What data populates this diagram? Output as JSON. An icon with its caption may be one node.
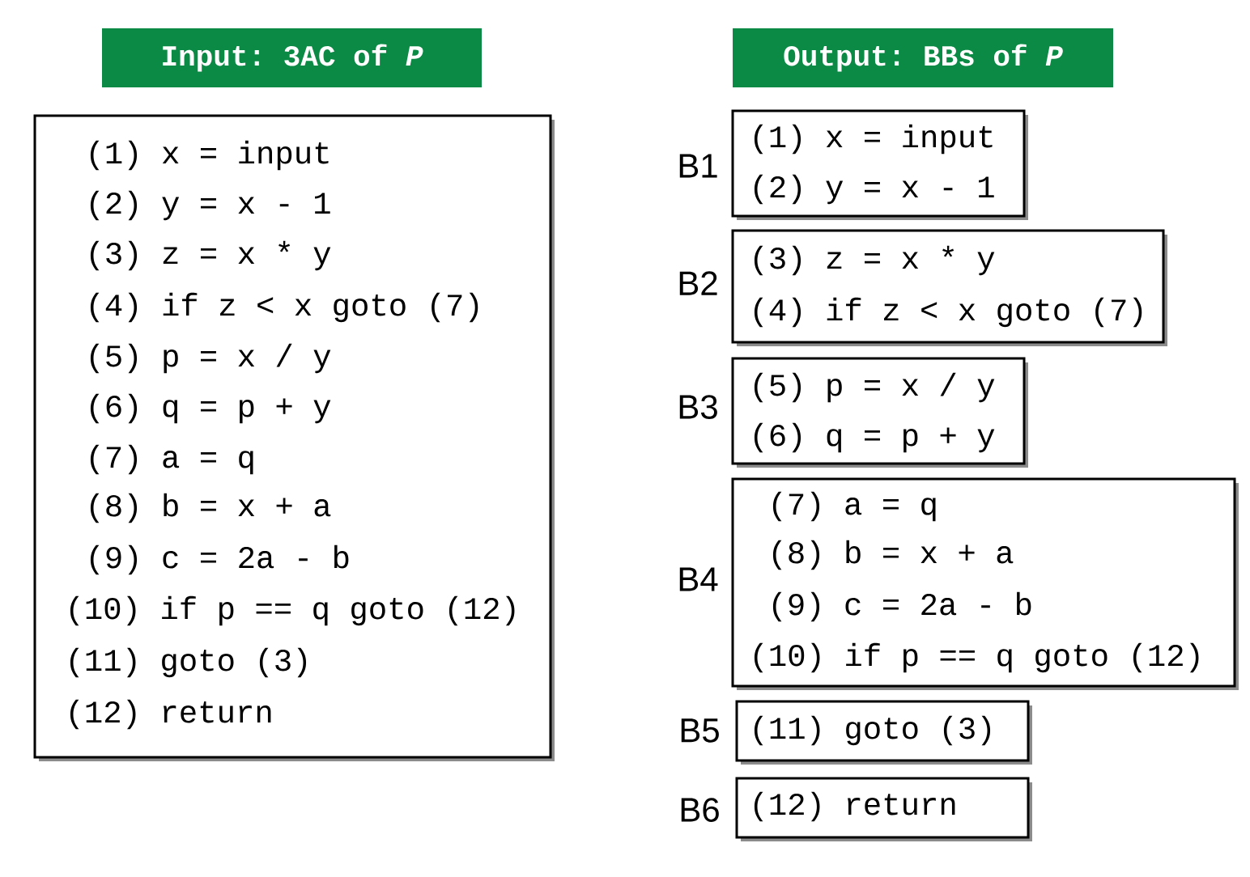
{
  "diagram": {
    "nodes": [
      {
        "text": [
          "Input: 3AC of *P*"
        ]
      },
      {
        "text": [
          "Output: BBs of *P*"
        ]
      },
      {
        "text": [
          "(1) x = input",
          "(2) y = x - 1",
          "(3) z = x * y",
          "(4) if z < x goto (7)",
          "(5) p = x / y",
          "(6) q = p + y",
          "(7) a = q",
          "(8) b = x + a",
          "(9) c = 2a - b",
          "(10) if p == q goto (12)",
          "(11) goto (3)",
          "(12) return"
        ]
      },
      {
        "text": [
          "(1) x = input",
          "(2) y = x - 1"
        ],
        "beside": [
          "B1"
        ]
      },
      {
        "text": [
          "(3) z = x * y",
          "(4) if z < x goto (7)"
        ],
        "beside": [
          "B2"
        ]
      },
      {
        "text": [
          "(5) p = x / y",
          "(6) q = p + y"
        ],
        "beside": [
          "B3"
        ]
      },
      {
        "text": [
          "(7) a = q",
          "(8) b = x + a",
          "(9) c = 2a - b",
          "(10) if p == q goto (12)"
        ],
        "beside": [
          "B4"
        ]
      },
      {
        "text": [
          "(11) goto (3)"
        ],
        "beside": [
          "B5"
        ]
      },
      {
        "text": [
          "(12) return"
        ],
        "beside": [
          "B6"
        ]
      }
    ]
  }
}
